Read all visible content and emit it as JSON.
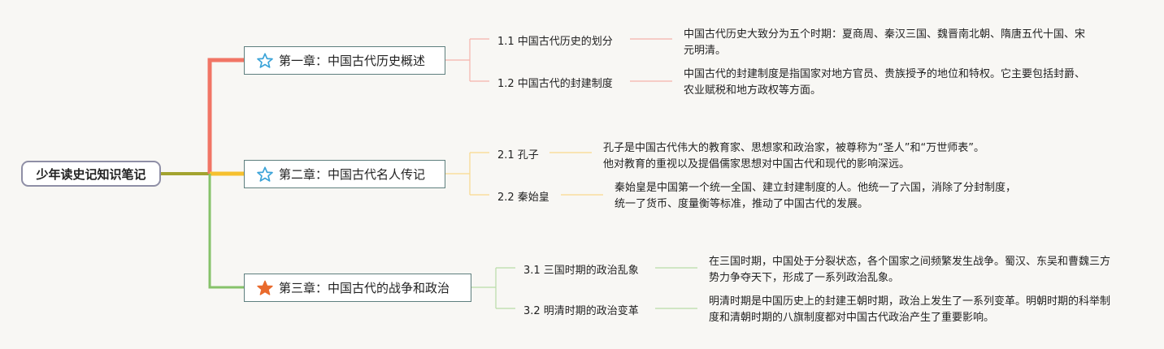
{
  "root": {
    "label": "少年读史记知识笔记"
  },
  "colors": {
    "red": "#f17565",
    "yellow": "#f6c02e",
    "green": "#86c26a",
    "root_line": "#a3a32f"
  },
  "chapters": [
    {
      "label": "第一章：中国古代历史概述",
      "icon": "star-outline-icon",
      "sections": [
        {
          "label": "1.1 中国古代历史的划分",
          "desc": "中国古代历史大致分为五个时期：夏商周、秦汉三国、魏晋南北朝、隋唐五代十国、宋元明清。"
        },
        {
          "label": "1.2 中国古代的封建制度",
          "desc": "中国古代的封建制度是指国家对地方官员、贵族授予的地位和特权。它主要包括封爵、农业赋税和地方政权等方面。"
        }
      ]
    },
    {
      "label": "第二章：中国古代名人传记",
      "icon": "star-outline-icon",
      "sections": [
        {
          "label": "2.1 孔子",
          "desc": "孔子是中国古代伟大的教育家、思想家和政治家，被尊称为“圣人”和“万世师表”。他对教育的重视以及提倡儒家思想对中国古代和现代的影响深远。"
        },
        {
          "label": "2.2 秦始皇",
          "desc": "秦始皇是中国第一个统一全国、建立封建制度的人。他统一了六国，消除了分封制度，统一了货币、度量衡等标准，推动了中国古代的发展。"
        }
      ]
    },
    {
      "label": "第三章：中国古代的战争和政治",
      "icon": "star-filled-icon",
      "sections": [
        {
          "label": "3.1 三国时期的政治乱象",
          "desc": "在三国时期，中国处于分裂状态，各个国家之间频繁发生战争。蜀汉、东吴和曹魏三方势力争夺天下，形成了一系列政治乱象。"
        },
        {
          "label": "3.2 明清时期的政治变革",
          "desc": "明清时期是中国历史上的封建王朝时期，政治上发生了一系列变革。明朝时期的科举制度和清朝时期的八旗制度都对中国古代政治产生了重要影响。"
        }
      ]
    }
  ]
}
